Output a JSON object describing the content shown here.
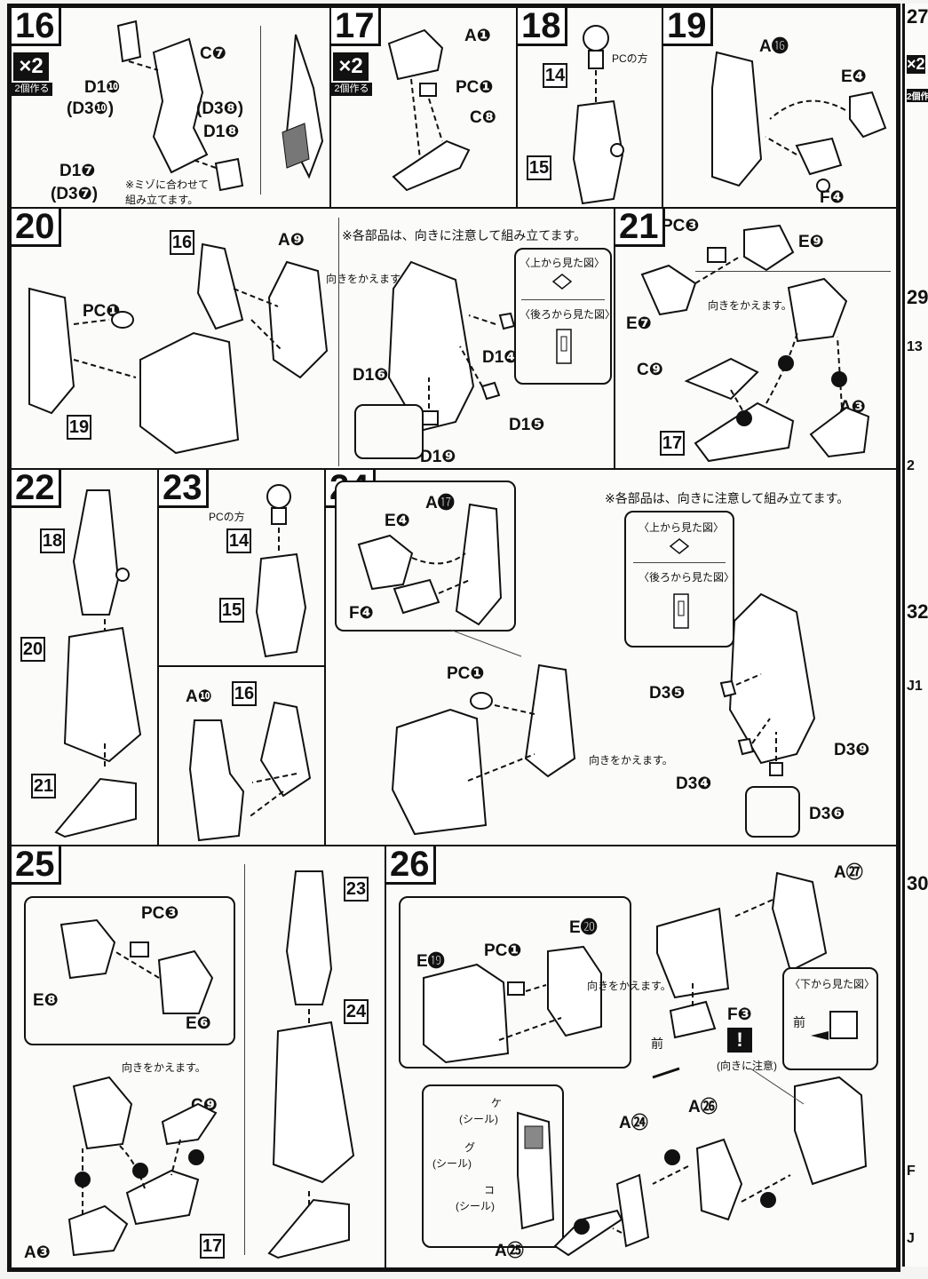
{
  "steps": [
    {
      "no": "16",
      "badge": "×2",
      "badge_note": "2個作る",
      "labels": [
        "C❼",
        "D1❿",
        "(D3❿)",
        "(D3❽)",
        "D1❽",
        "D1❼",
        "(D3❼)"
      ],
      "note": "※ミゾに合わせて組み立てます。"
    },
    {
      "no": "17",
      "badge": "×2",
      "badge_note": "2個作る",
      "labels": [
        "A❶",
        "PC❶",
        "C❽"
      ]
    },
    {
      "no": "18",
      "labels": [
        "PCの方",
        "14",
        "15"
      ]
    },
    {
      "no": "19",
      "labels": [
        "A⓰",
        "E❹",
        "F❹"
      ]
    },
    {
      "no": "20",
      "labels": [
        "16",
        "A❾",
        "PC❶",
        "19",
        "D1❻",
        "D1❹",
        "D1❺",
        "D1❾"
      ],
      "note": "※各部品は、向きに注意して組み立てます。",
      "turn": "向きをかえます。",
      "view_top": "〈上から見た図〉",
      "view_back": "〈後ろから見た図〉"
    },
    {
      "no": "21",
      "labels": [
        "PC❸",
        "E❾",
        "E❼",
        "C❾",
        "A❸",
        "17"
      ],
      "turn": "向きをかえます。"
    },
    {
      "no": "22",
      "labels": [
        "18",
        "20",
        "21"
      ]
    },
    {
      "no": "23",
      "labels": [
        "PCの方",
        "14",
        "15"
      ]
    },
    {
      "no": "24",
      "labels": [
        "A⓱",
        "E❹",
        "F❹",
        "PC❶",
        "A❿",
        "16",
        "D3❺",
        "D3❹",
        "D3❾",
        "D3❻"
      ],
      "note": "※各部品は、向きに注意して組み立てます。",
      "turn": "向きをかえます。",
      "view_top": "〈上から見た図〉",
      "view_back": "〈後ろから見た図〉"
    },
    {
      "no": "25",
      "labels": [
        "PC❸",
        "E❽",
        "E❻",
        "C❾",
        "A❸",
        "17",
        "23",
        "24"
      ],
      "turn": "向きをかえます。"
    },
    {
      "no": "26",
      "labels": [
        "A㉗",
        "E⓴",
        "E⓳",
        "PC❶",
        "F❸",
        "A㉖",
        "A㉔",
        "A㉕"
      ],
      "turn": "向きをかえます。",
      "view_bottom": "〈下から見た図〉",
      "front": "前",
      "caution": "(向きに注意)",
      "stickers": [
        {
          "mark": "ケ",
          "text": "(シール)"
        },
        {
          "mark": "グ",
          "text": "(シール)"
        },
        {
          "mark": "コ",
          "text": "(シール)"
        }
      ]
    }
  ],
  "right_edge": [
    "27",
    "×2",
    "2個作",
    "29",
    "13",
    "2",
    "32",
    "J1",
    "30",
    "F",
    "J"
  ]
}
